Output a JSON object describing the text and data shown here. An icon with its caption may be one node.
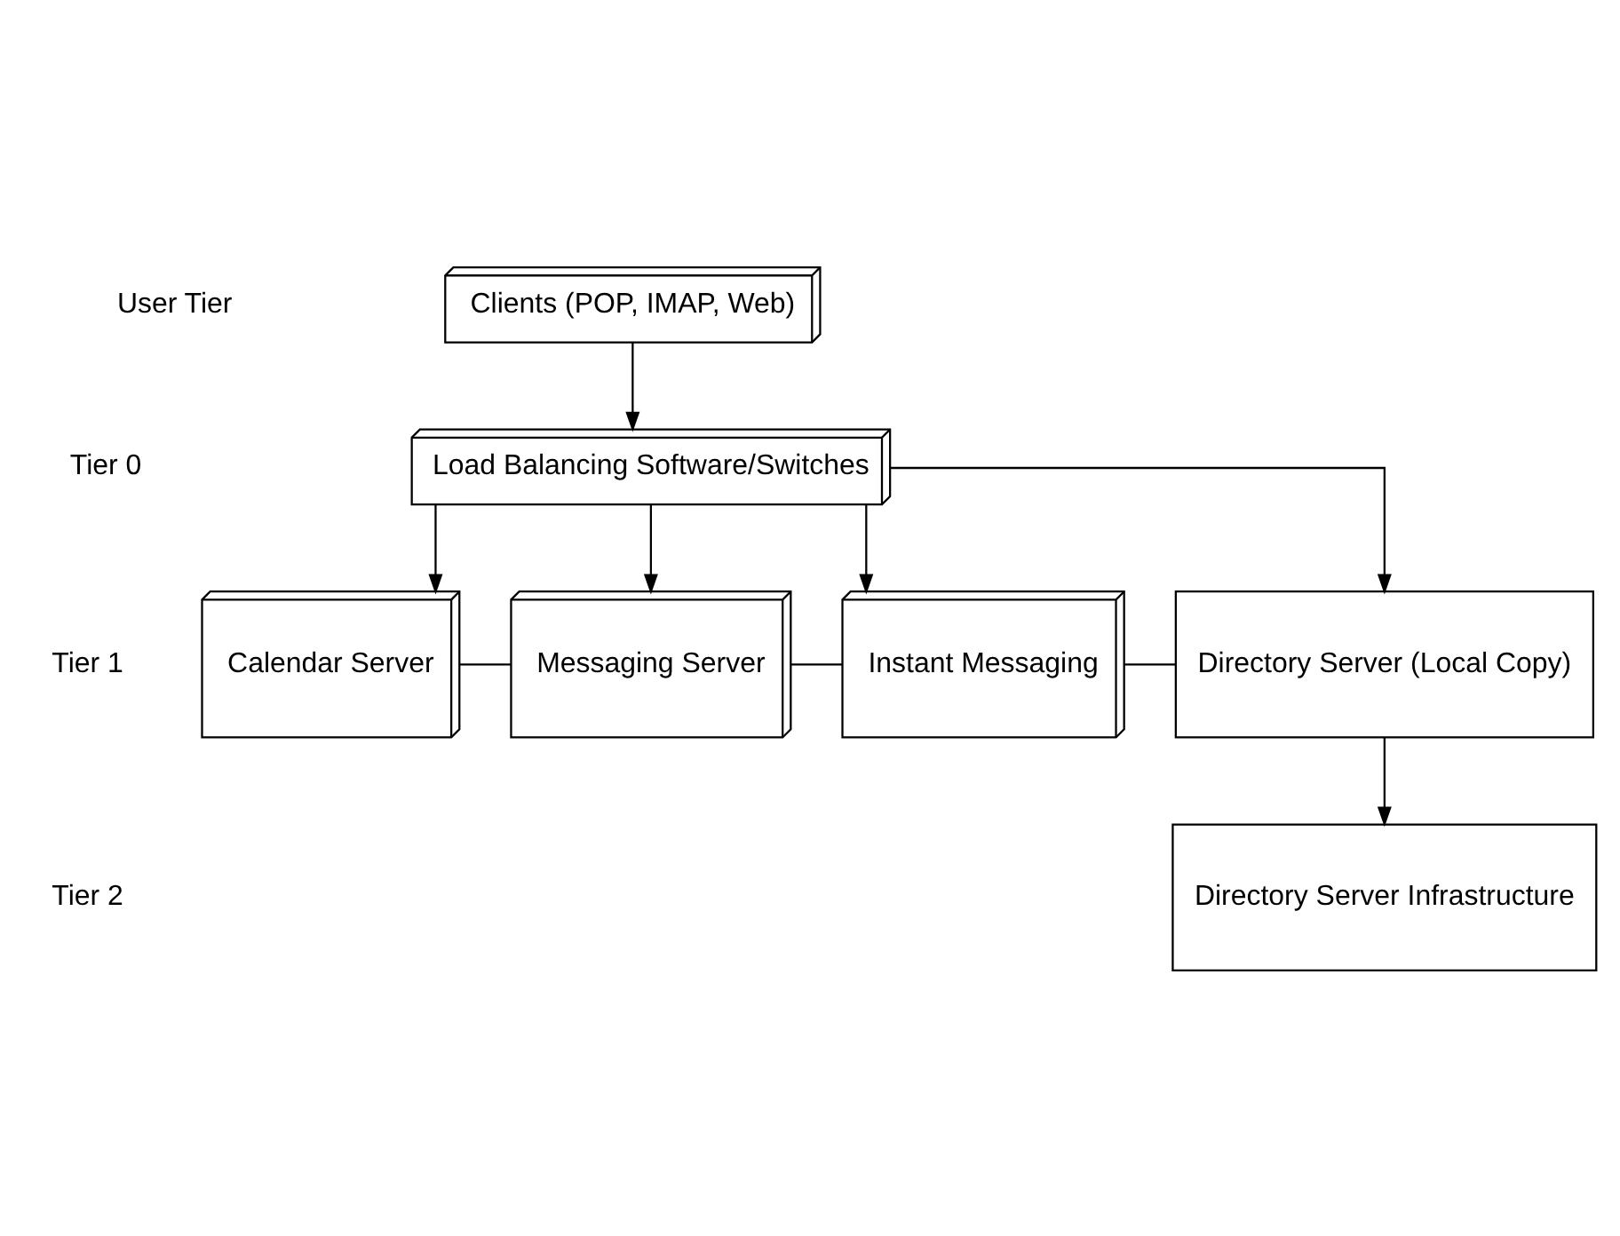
{
  "diagram": {
    "nodes": [
      {
        "text": [
          "Clients (POP, IMAP, Web)"
        ]
      },
      {
        "text": [
          "Load Balancing Software/Switches"
        ]
      },
      {
        "text": [
          "Calendar Server"
        ]
      },
      {
        "text": [
          "Messaging Server"
        ]
      },
      {
        "text": [
          "Instant Messaging"
        ]
      },
      {
        "text": [
          "Directory Server (Local Copy)"
        ]
      },
      {
        "text": [
          "Directory Server Infrastructure"
        ]
      }
    ],
    "edges": [
      {
        "from": 0,
        "to": 1,
        "arrow": "to"
      },
      {
        "from": 1,
        "to": 2,
        "arrow": "to"
      },
      {
        "from": 1,
        "to": 3,
        "arrow": "to"
      },
      {
        "from": 1,
        "to": 4,
        "arrow": "to"
      },
      {
        "from": 1,
        "to": 5,
        "arrow": "to"
      },
      {
        "from": 2,
        "to": 3,
        "arrow": "none"
      },
      {
        "from": 3,
        "to": 4,
        "arrow": "none"
      },
      {
        "from": 4,
        "to": 5,
        "arrow": "none"
      },
      {
        "from": 5,
        "to": 6,
        "arrow": "to"
      }
    ],
    "labels": [
      "User Tier",
      "Tier 0",
      "Tier 1",
      "Tier 2"
    ]
  }
}
